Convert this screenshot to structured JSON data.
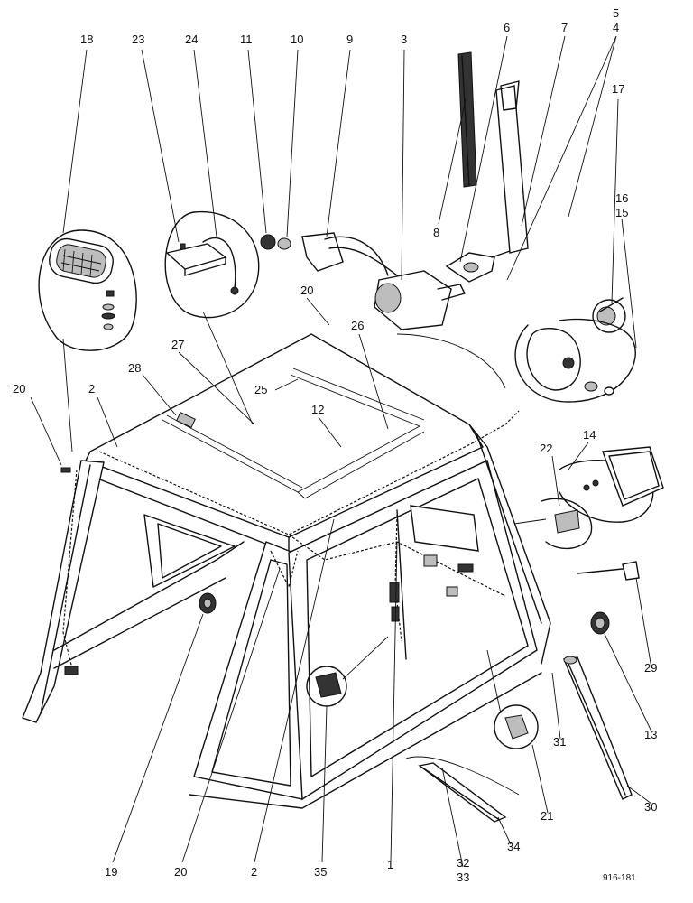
{
  "figure_code": "916-181",
  "callouts": [
    {
      "id": "c18",
      "text": "18"
    },
    {
      "id": "c23",
      "text": "23"
    },
    {
      "id": "c24",
      "text": "24"
    },
    {
      "id": "c11",
      "text": "11"
    },
    {
      "id": "c10",
      "text": "10"
    },
    {
      "id": "c9",
      "text": "9"
    },
    {
      "id": "c3",
      "text": "3"
    },
    {
      "id": "c6",
      "text": "6"
    },
    {
      "id": "c7",
      "text": "7"
    },
    {
      "id": "c5",
      "text": "5"
    },
    {
      "id": "c4",
      "text": "4"
    },
    {
      "id": "c17",
      "text": "17"
    },
    {
      "id": "c16",
      "text": "16"
    },
    {
      "id": "c15",
      "text": "15"
    },
    {
      "id": "c8",
      "text": "8"
    },
    {
      "id": "c20a",
      "text": "20"
    },
    {
      "id": "c20b",
      "text": "20"
    },
    {
      "id": "c20c",
      "text": "20"
    },
    {
      "id": "c2a",
      "text": "2"
    },
    {
      "id": "c2b",
      "text": "2"
    },
    {
      "id": "c27",
      "text": "27"
    },
    {
      "id": "c28",
      "text": "28"
    },
    {
      "id": "c25",
      "text": "25"
    },
    {
      "id": "c12",
      "text": "12"
    },
    {
      "id": "c26",
      "text": "26"
    },
    {
      "id": "c14",
      "text": "14"
    },
    {
      "id": "c22",
      "text": "22"
    },
    {
      "id": "c29",
      "text": "29"
    },
    {
      "id": "c13",
      "text": "13"
    },
    {
      "id": "c31",
      "text": "31"
    },
    {
      "id": "c30",
      "text": "30"
    },
    {
      "id": "c21",
      "text": "21"
    },
    {
      "id": "c19",
      "text": "19"
    },
    {
      "id": "c35",
      "text": "35"
    },
    {
      "id": "c1",
      "text": "1"
    },
    {
      "id": "c32",
      "text": "32"
    },
    {
      "id": "c33",
      "text": "33"
    },
    {
      "id": "c34",
      "text": "34"
    }
  ]
}
